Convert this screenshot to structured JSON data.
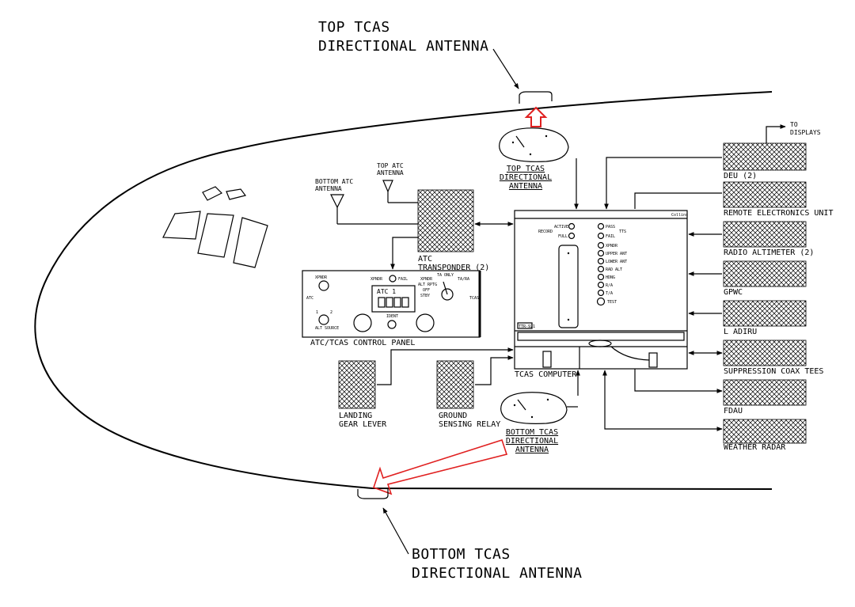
{
  "labels": {
    "top_tcas_antenna_line1": "TOP TCAS",
    "top_tcas_antenna_line2": "DIRECTIONAL ANTENNA",
    "bottom_tcas_antenna_line1": "BOTTOM TCAS",
    "bottom_tcas_antenna_line2": "DIRECTIONAL ANTENNA",
    "top_tcas_small_1": "TOP TCAS",
    "top_tcas_small_2": "DIRECTIONAL",
    "top_tcas_small_3": "ANTENNA",
    "bottom_tcas_small_1": "BOTTOM TCAS",
    "bottom_tcas_small_2": "DIRECTIONAL",
    "bottom_tcas_small_3": "ANTENNA",
    "top_atc_antenna_1": "TOP ATC",
    "top_atc_antenna_2": "ANTENNA",
    "bottom_atc_antenna_1": "BOTTOM ATC",
    "bottom_atc_antenna_2": "ANTENNA",
    "atc_transponder_1": "ATC",
    "atc_transponder_2": "TRANSPONDER (2)",
    "control_panel": "ATC/TCAS CONTROL PANEL",
    "tcas_computer": "TCAS COMPUTER",
    "landing_gear_1": "LANDING",
    "landing_gear_2": "GEAR LEVER",
    "ground_sensing_1": "GROUND",
    "ground_sensing_2": "SENSING RELAY",
    "to_displays_1": "TO",
    "to_displays_2": "DISPLAYS"
  },
  "right_units": [
    {
      "name": "DEU (2)"
    },
    {
      "name": "REMOTE ELECTRONICS UNIT"
    },
    {
      "name": "RADIO ALTIMETER (2)"
    },
    {
      "name": "GPWC"
    },
    {
      "name": "L ADIRU"
    },
    {
      "name": "SUPPRESSION COAX TEES"
    },
    {
      "name": "FDAU"
    },
    {
      "name": "WEATHER RADAR"
    }
  ],
  "control_panel": {
    "xpndr": "XPNDR",
    "alt_source": "ALT SOURCE",
    "xpndr_fail_1": "XPNDR",
    "xpndr_fail_2": "FAIL",
    "atc1": "ATC 1",
    "ident": "IDENT",
    "mode_xpndr": "XPNDR",
    "ta_only": "TA ONLY",
    "ta_ra": "TA/RA",
    "alt_rptg": "ALT RPTG",
    "off": "OFF",
    "stby": "STBY",
    "side_atc": "ATC",
    "side_tcas": "TCAS"
  },
  "computer": {
    "brand": "Collins",
    "active": "ACTIVE",
    "record": "RECORD",
    "full": "FULL",
    "pass": "PASS",
    "fail": "FAIL",
    "tts": "TTS",
    "leds": [
      "XPNDR",
      "UPPER ANT",
      "LOWER ANT",
      "RAD ALT",
      "HDNG",
      "R/A",
      "T/A"
    ],
    "test": "TEST",
    "model": "TTR-921"
  },
  "colors": {
    "highlight": "#e02020",
    "line": "#000000"
  }
}
